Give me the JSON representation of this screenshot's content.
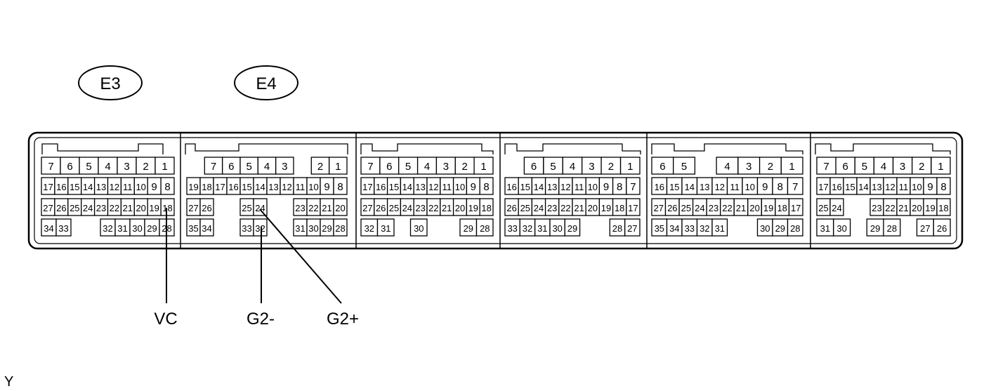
{
  "connector_labels": [
    "E3",
    "E4"
  ],
  "signals": [
    "VC",
    "G2-",
    "G2+"
  ],
  "corner_mark": "Y",
  "colors": {
    "line": "#000000",
    "background": "#ffffff"
  },
  "connectors": [
    {
      "rows": [
        [
          "7",
          "6",
          "5",
          "4",
          "3",
          "2",
          "1"
        ],
        [
          "17",
          "16",
          "15",
          "14",
          "13",
          "12",
          "11",
          "10",
          "9",
          "8"
        ],
        [
          "27",
          "26",
          "25",
          "24",
          "23",
          "22",
          "21",
          "20",
          "19",
          "18"
        ],
        [
          "34",
          "33",
          "",
          "",
          "32",
          "31",
          "30",
          "29",
          "28"
        ]
      ]
    },
    {
      "rows": [
        [
          "",
          "7",
          "6",
          "5",
          "4",
          "3",
          "",
          "2",
          "1"
        ],
        [
          "19",
          "18",
          "17",
          "16",
          "15",
          "14",
          "13",
          "12",
          "11",
          "10",
          "9",
          "8"
        ],
        [
          "27",
          "26",
          "",
          "",
          "25",
          "24",
          "",
          "",
          "23",
          "22",
          "21",
          "20"
        ],
        [
          "35",
          "34",
          "",
          "",
          "33",
          "32",
          "",
          "",
          "31",
          "30",
          "29",
          "28"
        ]
      ]
    },
    {
      "rows": [
        [
          "7",
          "6",
          "5",
          "4",
          "3",
          "2",
          "1"
        ],
        [
          "17",
          "16",
          "15",
          "14",
          "13",
          "12",
          "11",
          "10",
          "9",
          "8"
        ],
        [
          "27",
          "26",
          "25",
          "24",
          "23",
          "22",
          "21",
          "20",
          "19",
          "18"
        ],
        [
          "32",
          "31",
          "",
          "30",
          "",
          "",
          "29",
          "28"
        ]
      ]
    },
    {
      "rows": [
        [
          "",
          "6",
          "5",
          "4",
          "3",
          "2",
          "1"
        ],
        [
          "16",
          "15",
          "14",
          "13",
          "12",
          "11",
          "10",
          "9",
          "8",
          "7"
        ],
        [
          "26",
          "25",
          "24",
          "23",
          "22",
          "21",
          "20",
          "19",
          "18",
          "17"
        ],
        [
          "33",
          "32",
          "31",
          "30",
          "29",
          "",
          "",
          "28",
          "27"
        ]
      ]
    },
    {
      "rows": [
        [
          "6",
          "5",
          "",
          "4",
          "3",
          "2",
          "1"
        ],
        [
          "16",
          "15",
          "14",
          "13",
          "12",
          "11",
          "10",
          "9",
          "8",
          "7"
        ],
        [
          "27",
          "26",
          "25",
          "24",
          "23",
          "22",
          "21",
          "20",
          "19",
          "18",
          "17"
        ],
        [
          "35",
          "34",
          "33",
          "32",
          "31",
          "",
          "",
          "30",
          "29",
          "28"
        ]
      ]
    },
    {
      "rows": [
        [
          "7",
          "6",
          "5",
          "4",
          "3",
          "2",
          "1"
        ],
        [
          "17",
          "16",
          "15",
          "14",
          "13",
          "12",
          "11",
          "10",
          "9",
          "8"
        ],
        [
          "25",
          "24",
          "",
          "",
          "23",
          "22",
          "21",
          "20",
          "19",
          "18"
        ],
        [
          "31",
          "30",
          "",
          "29",
          "28",
          "",
          "27",
          "26"
        ]
      ]
    }
  ]
}
